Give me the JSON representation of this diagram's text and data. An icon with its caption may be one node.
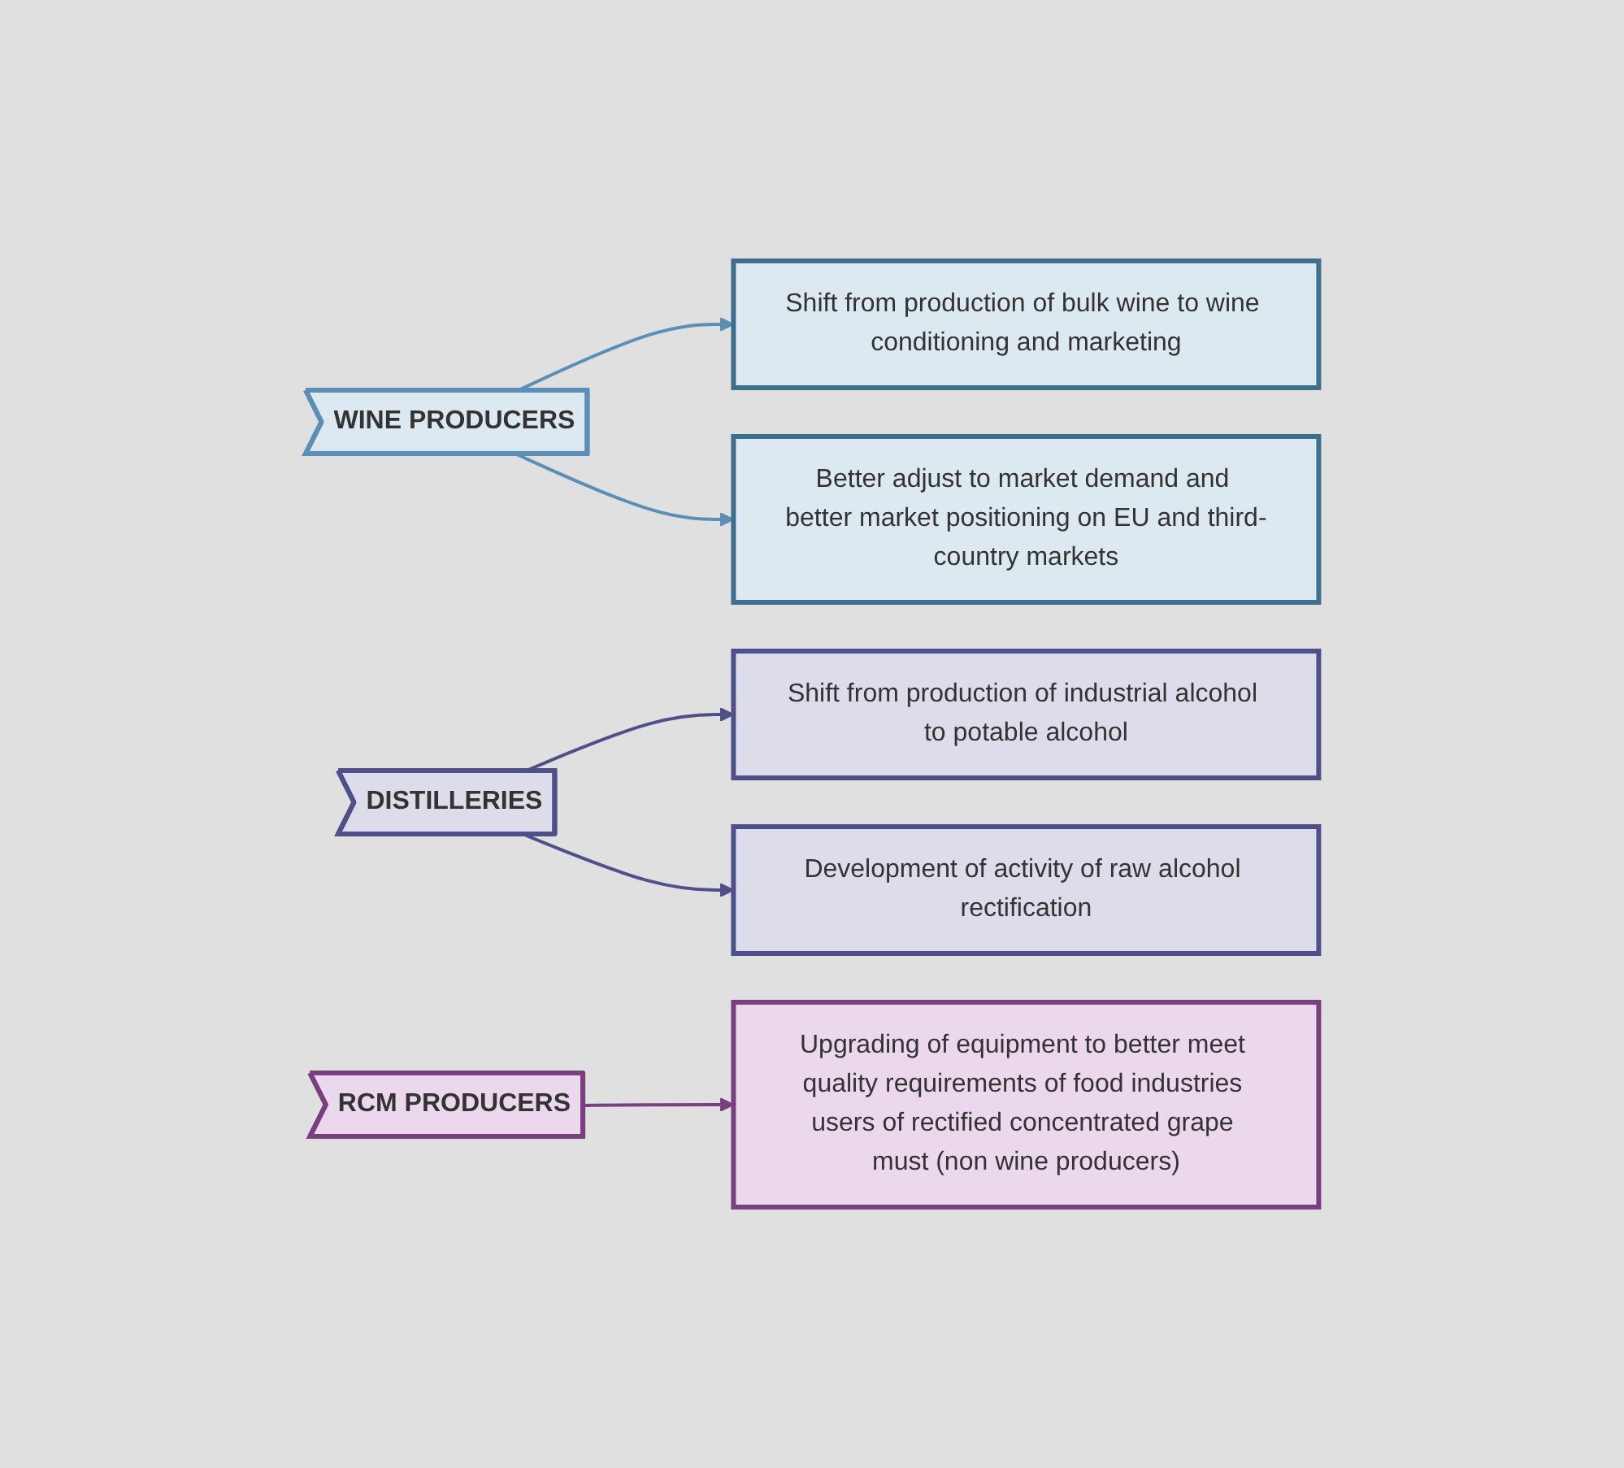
{
  "diagram": {
    "nodes": [
      {
        "text": [
          "WINE PRODUCERS"
        ]
      },
      {
        "text": [
          "Shift from production of bulk wine to wine conditioning and marketing"
        ]
      },
      {
        "text": [
          "Better adjust to market demand and better market positioning on EU and third-country markets"
        ]
      },
      {
        "text": [
          "DISTILLERIES"
        ]
      },
      {
        "text": [
          "Shift from production of industrial alcohol to potable alcohol"
        ]
      },
      {
        "text": [
          "Development of activity of raw alcohol rectification"
        ]
      },
      {
        "text": [
          "RCM PRODUCERS"
        ]
      },
      {
        "text": [
          "Upgrading of equipment to better meet quality requirements of food industries users of rectified concentrated grape must (non wine producers)"
        ]
      }
    ],
    "edges": [
      {
        "from": 0,
        "to": 1,
        "arrow": "to",
        "color": "#5b8fb5"
      },
      {
        "from": 0,
        "to": 2,
        "arrow": "to",
        "color": "#5b8fb5"
      },
      {
        "from": 3,
        "to": 4,
        "arrow": "to",
        "color": "#4f4f8a"
      },
      {
        "from": 3,
        "to": 5,
        "arrow": "to",
        "color": "#4f4f8a"
      },
      {
        "from": 6,
        "to": 7,
        "arrow": "to",
        "color": "#7a3f7f"
      }
    ]
  }
}
